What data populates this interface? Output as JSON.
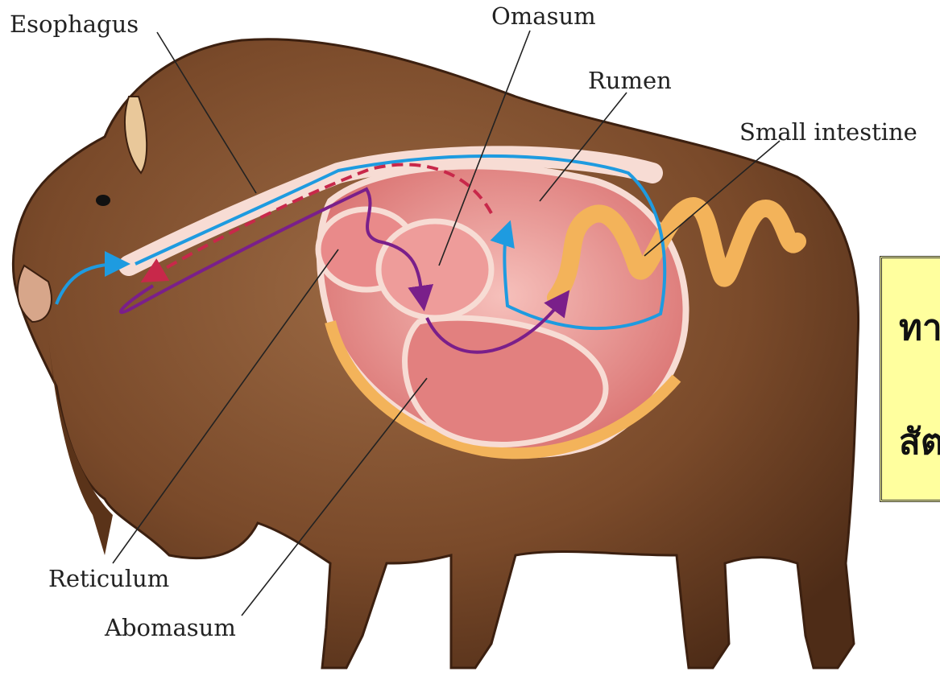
{
  "labels": {
    "esophagus": "Esophagus",
    "omasum": "Omasum",
    "rumen": "Rumen",
    "small_intestine": "Small intestine",
    "reticulum": "Reticulum",
    "abomasum": "Abomasum"
  },
  "callout": {
    "line1": "ทา",
    "line2": "สัต"
  },
  "colors": {
    "fur": "#7a4a2a",
    "stomach": "#e98a8a",
    "intestine": "#f3b35a",
    "food_path": "#1e9be0",
    "cud_path": "#c8284a",
    "digest_path": "#7a1f8a",
    "callout_bg": "#ffff9e"
  }
}
